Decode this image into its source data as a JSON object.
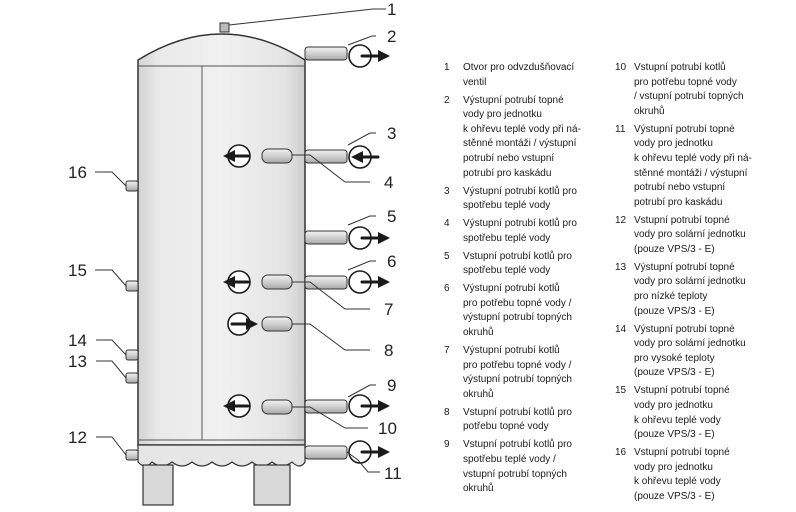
{
  "callouts": [
    "1",
    "2",
    "3",
    "4",
    "5",
    "6",
    "7",
    "8",
    "9",
    "10",
    "11",
    "12",
    "13",
    "14",
    "15",
    "16"
  ],
  "legend": {
    "col1": [
      {
        "num": "1",
        "text": "Otvor pro odvzdušňovací\nventil"
      },
      {
        "num": "2",
        "text": "Výstupní potrubí topné\nvody pro jednotku\nk ohřevu teplé vody při ná-\nstěnné montáži / výstupní\npotrubí nebo vstupní\npotrubí pro kaskádu"
      },
      {
        "num": "3",
        "text": "Výstupní potrubí kotlů pro\nspotřebu teplé vody"
      },
      {
        "num": "4",
        "text": "Výstupní potrubí kotlů pro\nspotřebu teplé vody"
      },
      {
        "num": "5",
        "text": "Vstupní potrubí kotlů pro\nspotřebu teplé vody"
      },
      {
        "num": "6",
        "text": "Výstupní potrubí kotlů\npro potřebu topné vody /\nvýstupní potrubí topných\nokruhů"
      },
      {
        "num": "7",
        "text": "Výstupní potrubí kotlů\npro potřebu topné vody /\nvýstupní potrubí topných\nokruhů"
      },
      {
        "num": "8",
        "text": "Vstupní potrubí kotlů pro\npotřebu topné vody"
      },
      {
        "num": "9",
        "text": "Vstupní potrubí kotlů pro\nspotřebu teplé vody /\nvstupní potrubí topných\nokruhů"
      }
    ],
    "col2": [
      {
        "num": "10",
        "text": "Vstupní potrubí kotlů\npro potřebu topné vody\n/ vstupní potrubí topných\nokruhů"
      },
      {
        "num": "11",
        "text": "Výstupní potrubí topné\nvody pro jednotku\nk ohřevu teplé vody při ná-\nstěnné montáži / výstupní\npotrubí nebo vstupní\npotrubí pro kaskádu"
      },
      {
        "num": "12",
        "text": "Vstupní potrubí topné\nvody pro solární jednotku\n(pouze VPS/3 - E)"
      },
      {
        "num": "13",
        "text": "Výstupní potrubí topné\nvody pro solární jednotku\npro nízké teploty\n(pouze VPS/3 - E)"
      },
      {
        "num": "14",
        "text": "Výstupní potrubí topné\nvody pro solární jednotku\npro vysoké teploty\n(pouze VPS/3 - E)"
      },
      {
        "num": "15",
        "text": "Vstupní potrubí topné\nvody pro jednotku\nk ohřevu teplé vody\n(pouze VPS/3 - E)"
      },
      {
        "num": "16",
        "text": "Vstupní potrubí topné\nvody pro jednotku\nk ohřevu teplé vody\n(pouze VPS/3 - E)"
      }
    ]
  }
}
